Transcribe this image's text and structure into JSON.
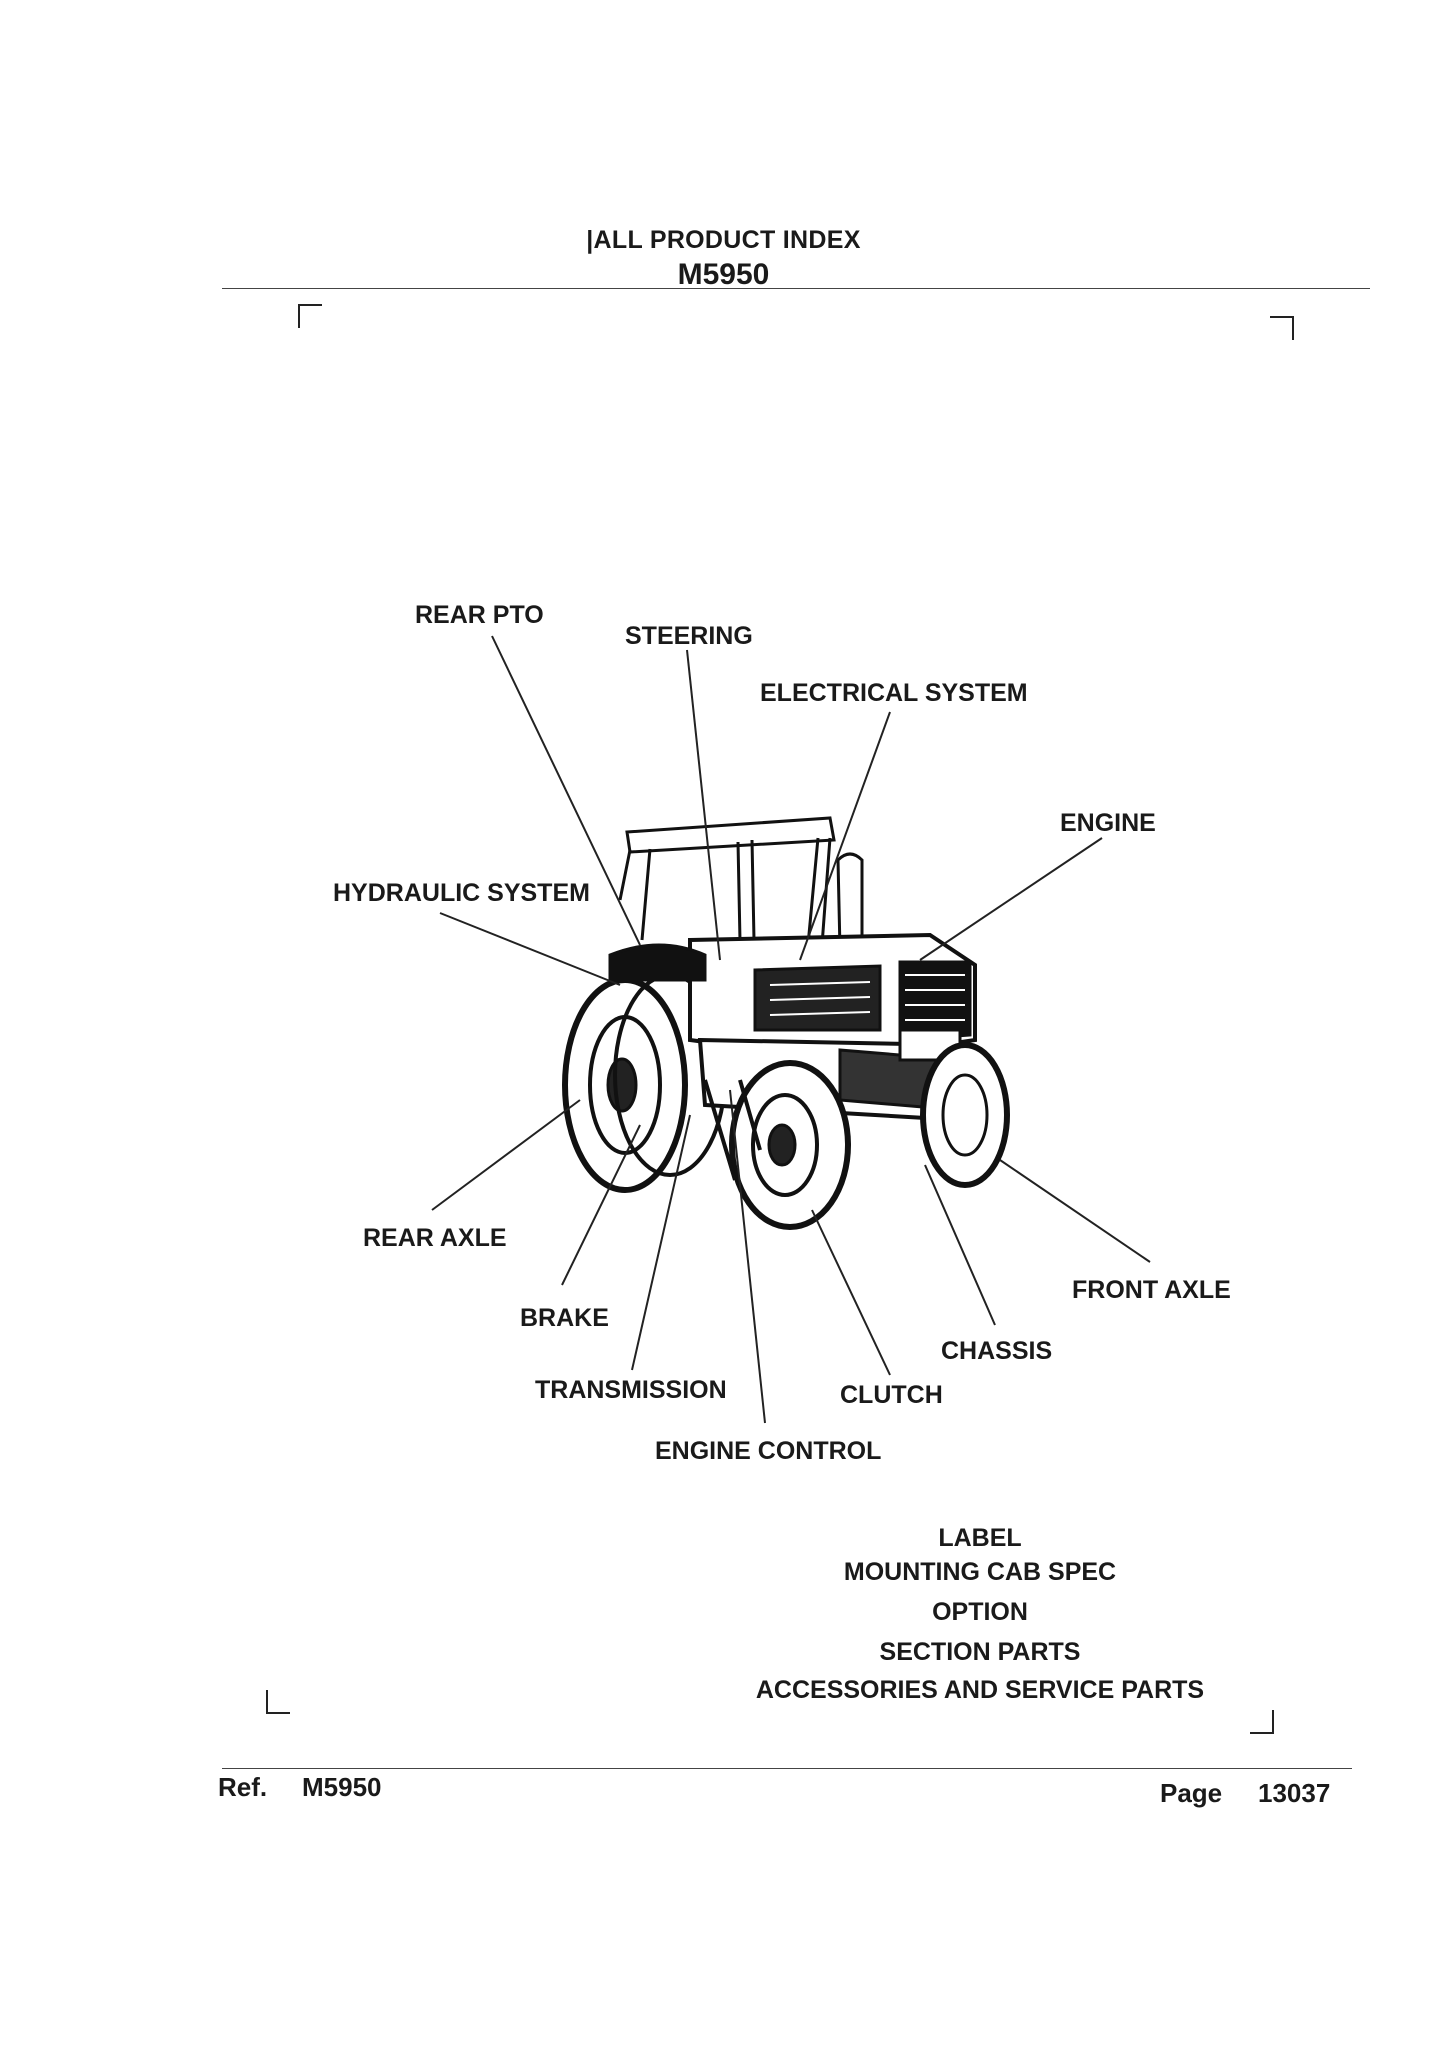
{
  "header": {
    "title": "|ALL PRODUCT INDEX",
    "model": "M5950"
  },
  "diagram_labels": {
    "rear_pto": "REAR PTO",
    "steering": "STEERING",
    "electrical_system": "ELECTRICAL SYSTEM",
    "engine": "ENGINE",
    "hydraulic_system": "HYDRAULIC SYSTEM",
    "rear_axle": "REAR AXLE",
    "brake": "BRAKE",
    "transmission": "TRANSMISSION",
    "engine_control": "ENGINE CONTROL",
    "clutch": "CLUTCH",
    "chassis": "CHASSIS",
    "front_axle": "FRONT AXLE"
  },
  "extra_sections": [
    "LABEL",
    "MOUNTING CAB SPEC",
    "OPTION",
    "SECTION PARTS",
    "ACCESSORIES AND SERVICE PARTS"
  ],
  "footer": {
    "ref_label": "Ref.",
    "ref_value": "M5950",
    "page_label": "Page",
    "page_value": "13037"
  }
}
